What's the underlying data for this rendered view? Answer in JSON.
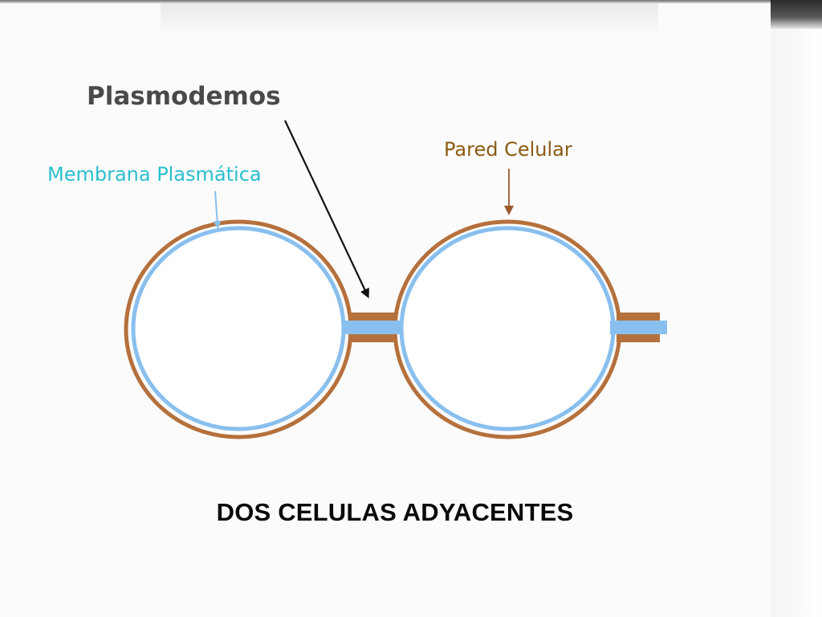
{
  "labels": {
    "plasmodesmos": "Plasmodemos",
    "pared_celular": "Pared Celular",
    "membrana_plasmatica": "Membrana Plasmática"
  },
  "caption": "DOS CELULAS ADYACENTES",
  "colors": {
    "cell_wall": "#b5703c",
    "membrane": "#88bfee",
    "pared_label": "#8a5a14",
    "membrana_label": "#2bbfcf",
    "plasmodesmos_label": "#4a4a4a",
    "caption": "#0a0a0a",
    "arrow": "#111111"
  },
  "icons": {
    "plasmodesmos_pointer": "black-arrow-icon",
    "pared_pointer": "brown-arrow-icon",
    "membrana_pointer": "blue-arrow-icon"
  }
}
